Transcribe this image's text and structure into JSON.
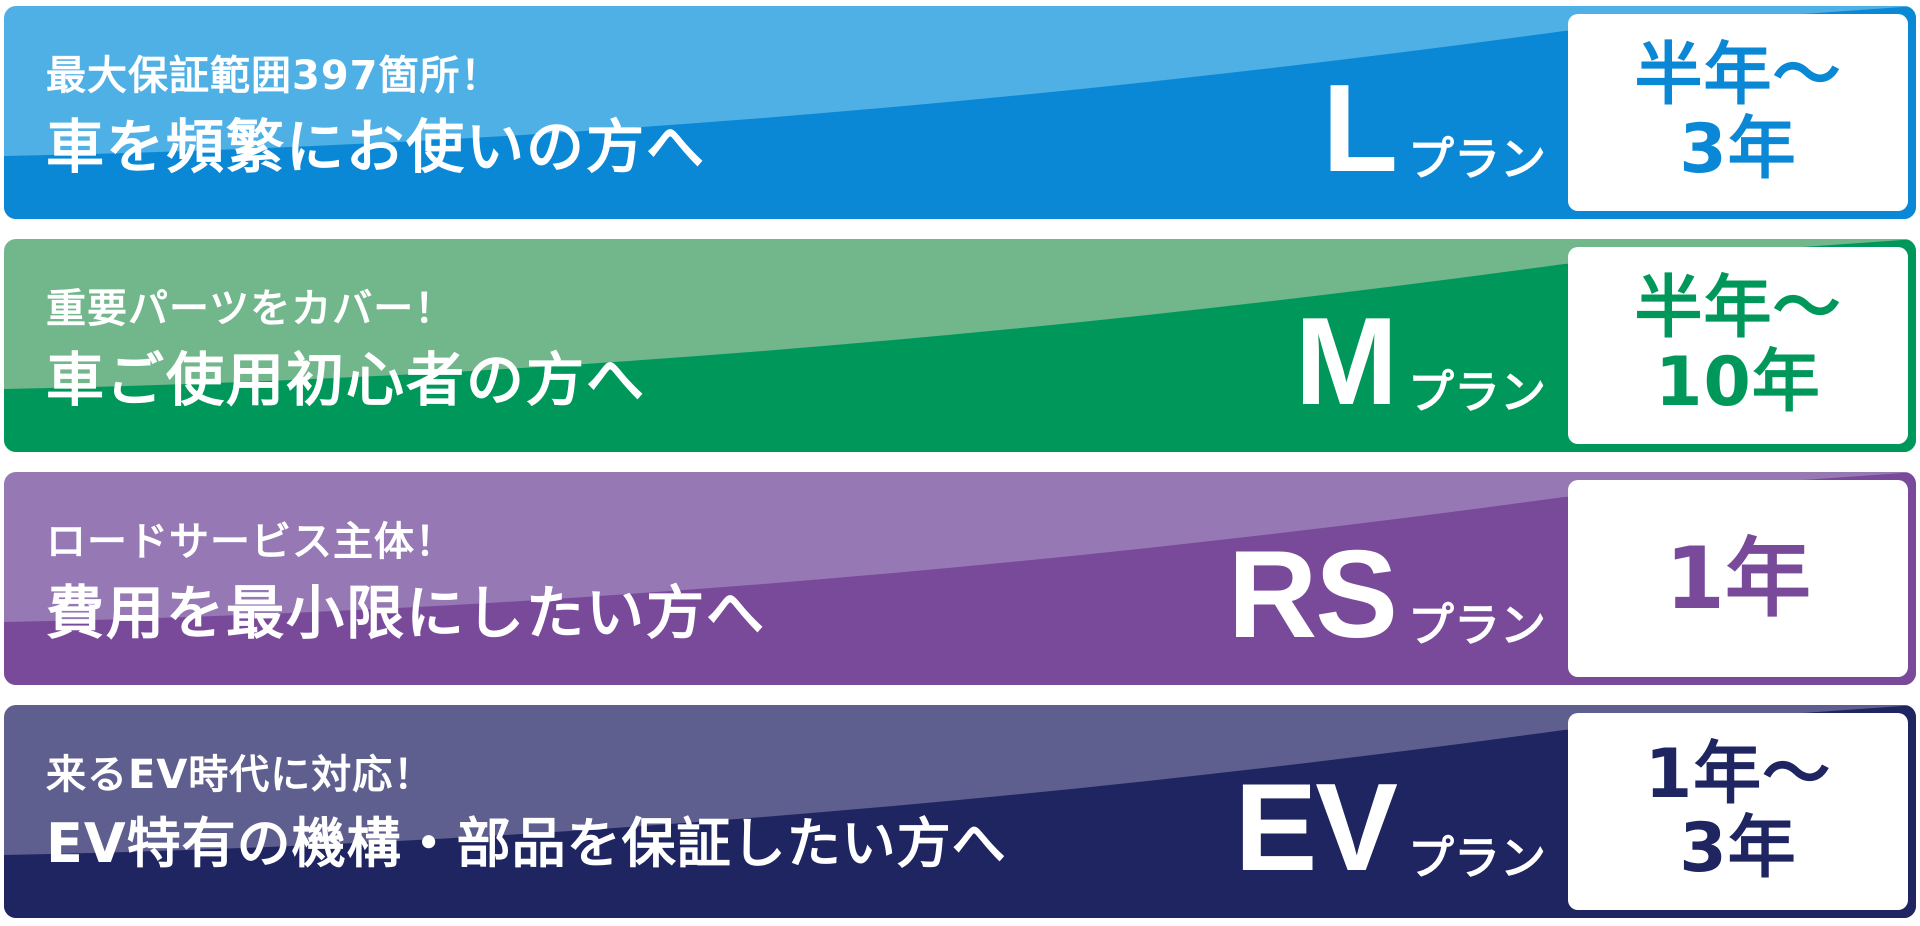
{
  "plans": [
    {
      "tagline": "最大保証範囲397箇所！",
      "target": "車を頻繁にお使いの方へ",
      "letter": "L",
      "suffix": "プラン",
      "period_line1": "半年～",
      "period_line2": "3年",
      "colors": {
        "light": "#4fb0e6",
        "dark": "#0a88d6",
        "period_text": "#0a88d6"
      }
    },
    {
      "tagline": "重要パーツをカバー！",
      "target": "車ご使用初心者の方へ",
      "letter": "M",
      "suffix": "プラン",
      "period_line1": "半年～",
      "period_line2": "10年",
      "colors": {
        "light": "#72b68c",
        "dark": "#00985a",
        "period_text": "#00985a"
      }
    },
    {
      "tagline": "ロードサービス主体！",
      "target": "費用を最小限にしたい方へ",
      "letter": "RS",
      "suffix": "プラン",
      "period_single": "1年",
      "colors": {
        "light": "#9679b4",
        "dark": "#7a4a9a",
        "period_text": "#7a4a9a"
      }
    },
    {
      "tagline": "来るEV時代に対応！",
      "target": "EV特有の機構・部品を保証したい方へ",
      "letter": "EV",
      "suffix": "プラン",
      "period_line1": "1年～",
      "period_line2": "3年",
      "colors": {
        "light": "#5e5f8e",
        "dark": "#1e2560",
        "period_text": "#1e2560"
      }
    }
  ]
}
